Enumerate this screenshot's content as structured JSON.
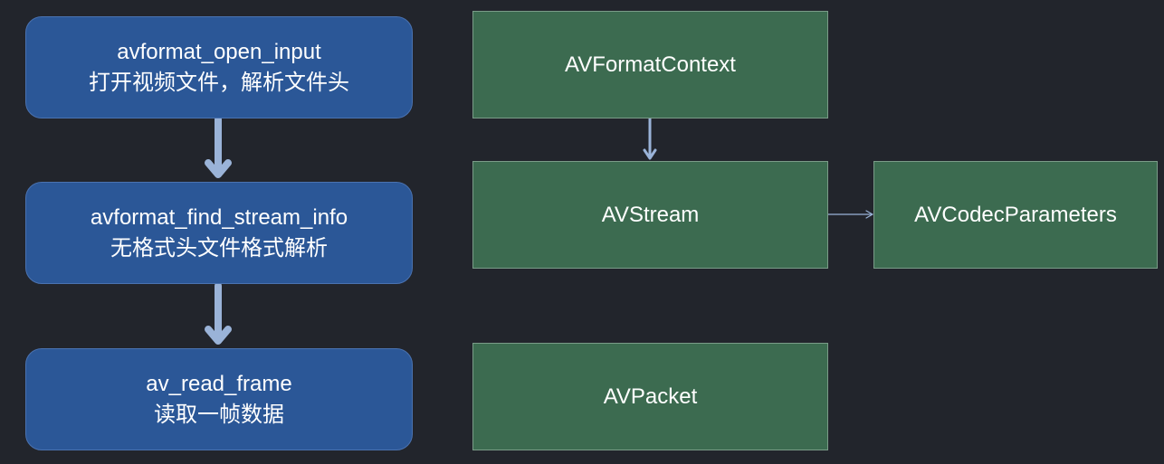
{
  "flow": [
    {
      "func": "avformat_open_input",
      "desc": "打开视频文件，解析文件头"
    },
    {
      "func": "avformat_find_stream_info",
      "desc": "无格式头文件格式解析"
    },
    {
      "func": "av_read_frame",
      "desc": "读取一帧数据"
    }
  ],
  "structs": {
    "format_context": "AVFormatContext",
    "stream": "AVStream",
    "codec_parameters": "AVCodecParameters",
    "packet": "AVPacket"
  },
  "colors": {
    "background": "#22252c",
    "flow_box": "#2b5797",
    "struct_box": "#3c6b50",
    "arrow": "#9ab3d8"
  }
}
